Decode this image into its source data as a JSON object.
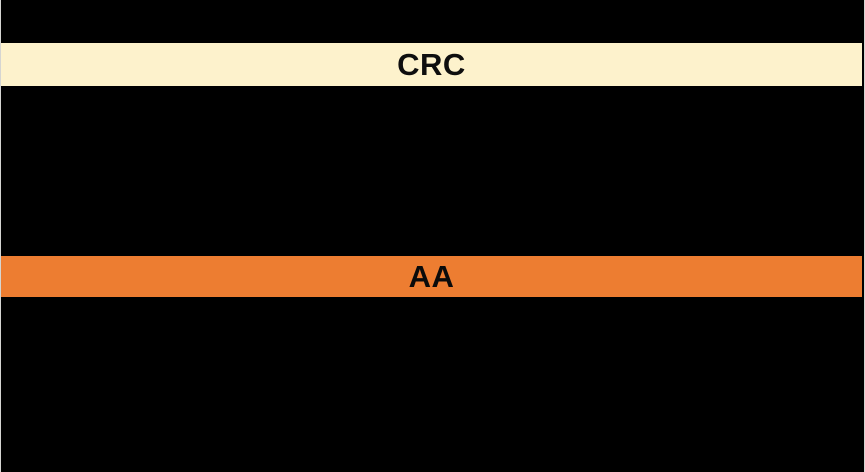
{
  "figure": {
    "background_color": "#000000",
    "edge_border_color": "#ECECE9"
  },
  "sections": [
    {
      "id": "crc",
      "label": "CRC",
      "band_color": "#FDF2CC",
      "text_color": "#0E0E0E"
    },
    {
      "id": "aa",
      "label": "AA",
      "band_color": "#ED7D31",
      "text_color": "#0B0B0B"
    }
  ]
}
